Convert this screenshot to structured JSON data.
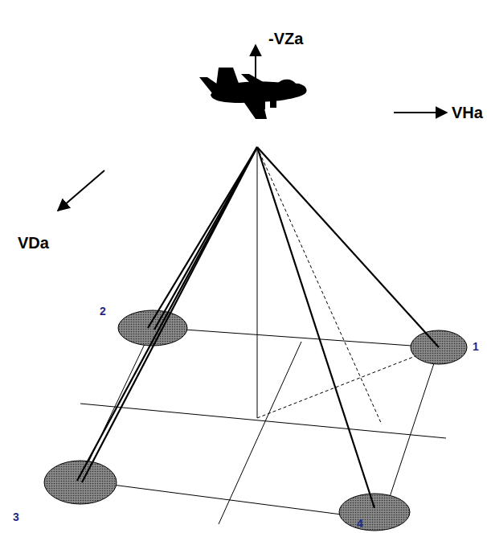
{
  "diagram": {
    "labels": [
      "-VZa",
      "VHa",
      "VDa",
      "2",
      "1",
      "3",
      "4"
    ]
  }
}
